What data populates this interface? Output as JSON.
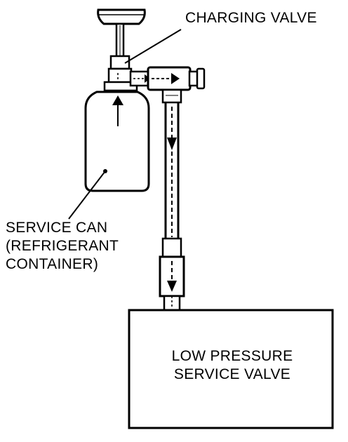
{
  "labels": {
    "charging_valve": "CHARGING VALVE",
    "service_can_line1": "SERVICE CAN",
    "service_can_line2": "(REFRIGERANT",
    "service_can_line3": "CONTAINER)",
    "low_pressure_line1": "LOW PRESSURE",
    "low_pressure_line2": "SERVICE VALVE"
  },
  "colors": {
    "ink": "#000000",
    "paper": "#ffffff"
  }
}
